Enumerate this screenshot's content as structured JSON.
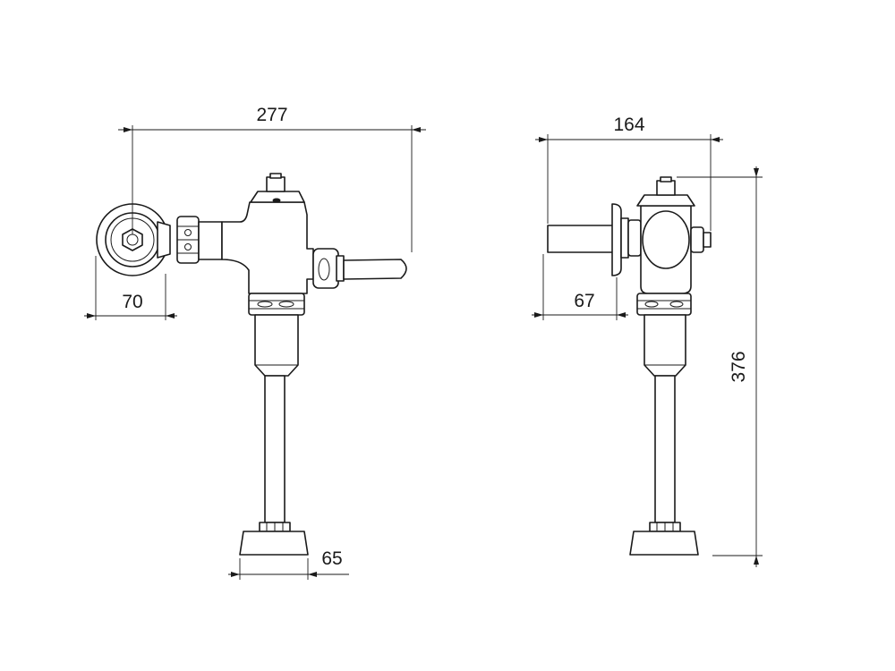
{
  "dimensions": {
    "overall_width": "277",
    "flange_diameter": "70",
    "foot_width": "65",
    "side_depth": "164",
    "wall_tube_depth": "67",
    "overall_height": "376"
  },
  "colors": {
    "line": "#1a1a1a",
    "background": "#ffffff"
  }
}
